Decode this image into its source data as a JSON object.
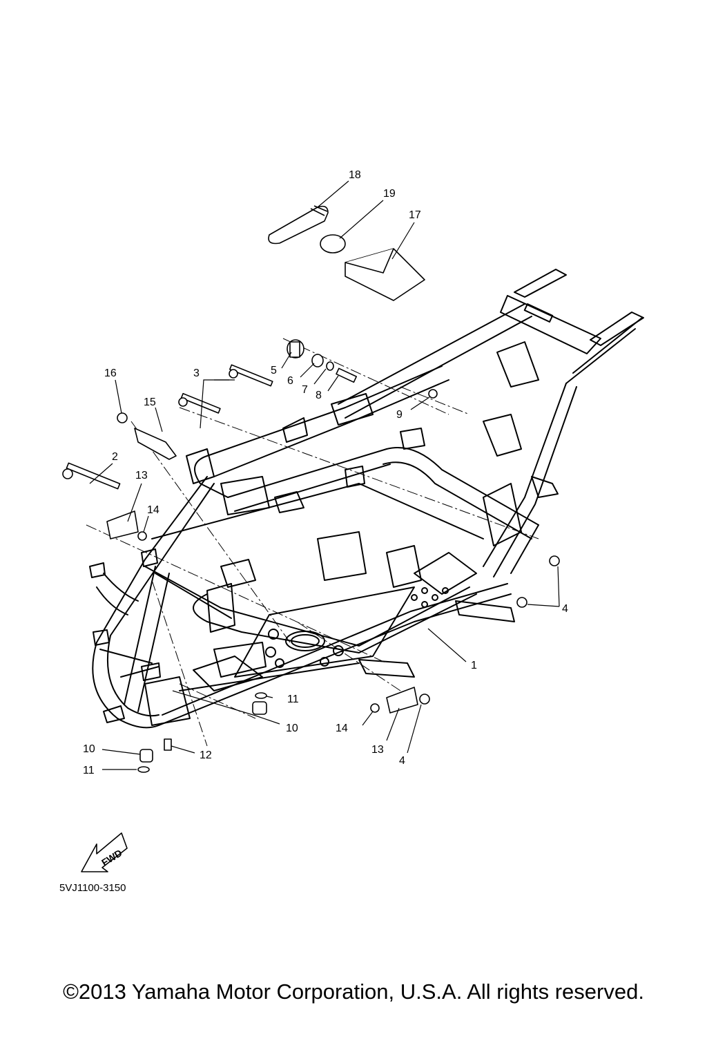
{
  "diagram": {
    "callouts": [
      "1",
      "2",
      "3",
      "4",
      "4",
      "5",
      "6",
      "7",
      "8",
      "9",
      "10",
      "10",
      "11",
      "11",
      "12",
      "13",
      "13",
      "14",
      "14",
      "15",
      "16",
      "17",
      "18",
      "19"
    ],
    "fwd_label": "FWD",
    "part_code": "5VJ1100-3150"
  },
  "footer": {
    "copyright": "©2013 Yamaha Motor Corporation, U.S.A. All rights reserved."
  }
}
